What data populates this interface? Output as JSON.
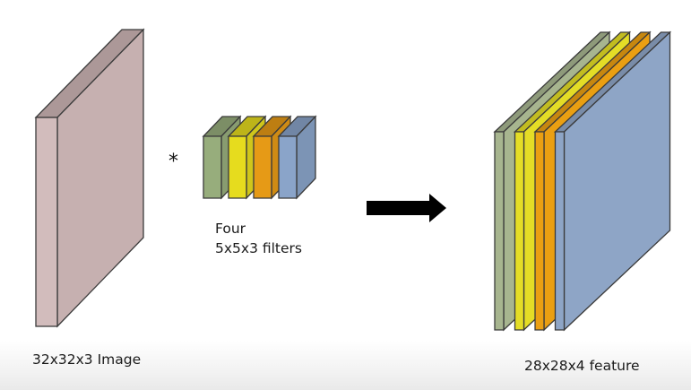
{
  "labels": {
    "input_image": "32x32x3 Image",
    "filters_line1": "Four",
    "filters_line2": "5x5x3 filters",
    "output_feature": "28x28x4 feature"
  },
  "operator_symbol": "*",
  "colors": {
    "image_front": "#d2bcbc",
    "image_top": "#ac9898",
    "image_side": "#c6b0b0",
    "filters": [
      "#97ad7c",
      "#e6dc1e",
      "#e69a16",
      "#8aa4c9"
    ],
    "feature_maps": [
      "#a7b58f",
      "#e4dd26",
      "#ea9f12",
      "#8ea5c6"
    ],
    "arrow": "#000000",
    "outline": "#3b3b3b"
  },
  "icons": {
    "arrow": "right-arrow-icon"
  }
}
